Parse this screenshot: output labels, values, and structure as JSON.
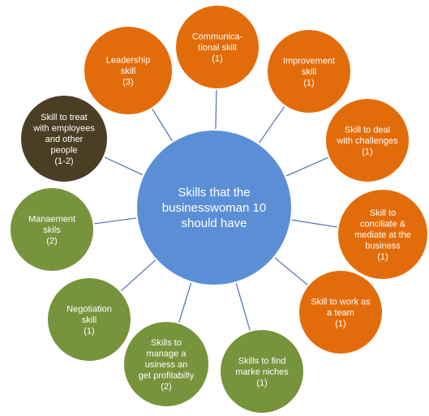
{
  "center": {
    "lines": [
      "Skills that the",
      "businesswoman 10",
      "should have"
    ],
    "color": "#5a8fd6"
  },
  "colors": {
    "orange": "#e36c0a",
    "green": "#77933c",
    "dark": "#4a3e24",
    "connector": "#4f6fa8",
    "ring": "#ffffff"
  },
  "nodes": [
    {
      "id": "communicational",
      "lines": [
        "Communica-",
        "tional skill",
        "(1)"
      ],
      "color": "orange"
    },
    {
      "id": "improvement",
      "lines": [
        "Improvement",
        "skill",
        "(1)"
      ],
      "color": "orange"
    },
    {
      "id": "challenges",
      "lines": [
        "Skill to deal",
        "with challenges",
        "(1)"
      ],
      "color": "orange"
    },
    {
      "id": "conciliate",
      "lines": [
        "Skill to",
        "conciliate &",
        "mediate at the",
        "business",
        "(1)"
      ],
      "color": "orange"
    },
    {
      "id": "team",
      "lines": [
        "Skill to work as",
        "a team",
        "(1)"
      ],
      "color": "orange"
    },
    {
      "id": "niches",
      "lines": [
        "Skills to find",
        "marke niches",
        "(1)"
      ],
      "color": "green"
    },
    {
      "id": "profitably",
      "lines": [
        "Skills to",
        "manage a",
        "usiness an",
        "get profitabilty",
        "(2)"
      ],
      "color": "green"
    },
    {
      "id": "negotiation",
      "lines": [
        "Negotiation",
        "skill",
        "(1)"
      ],
      "color": "green"
    },
    {
      "id": "management",
      "lines": [
        "Manaement",
        "skils",
        "(2)"
      ],
      "color": "green"
    },
    {
      "id": "employees",
      "lines": [
        "Skill to treat",
        "with employees",
        "and other",
        "people",
        "(1-2)"
      ],
      "color": "dark"
    },
    {
      "id": "leadership",
      "lines": [
        "Leadership",
        "skill",
        "(3)"
      ],
      "color": "orange"
    }
  ]
}
